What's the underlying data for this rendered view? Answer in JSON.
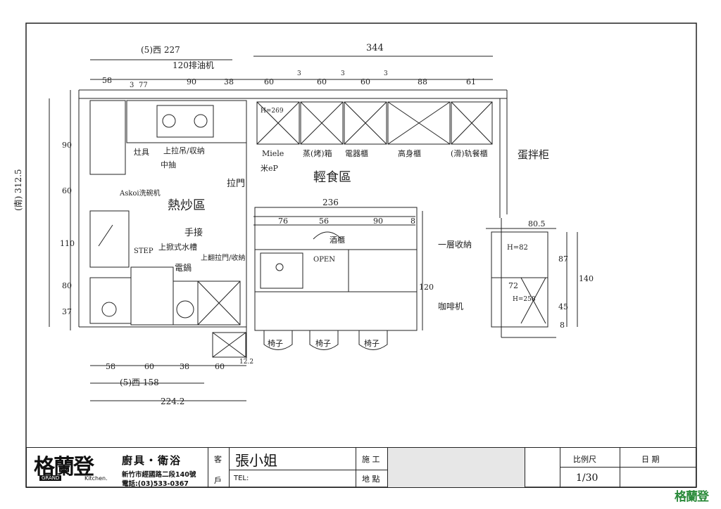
{
  "dimensions": {
    "left_total": "(5)西 227",
    "hood": "120排油机",
    "top_total": "344",
    "top_row": [
      "58",
      "3",
      "77",
      "90",
      "38",
      "60",
      "3",
      "60",
      "3",
      "60",
      "3",
      "88",
      "61"
    ],
    "left_height": "(南) 312.5",
    "left_col": [
      "90",
      "60",
      "110",
      "80",
      "37"
    ],
    "island_width": "236",
    "island_row": [
      "76",
      "56",
      "90",
      "8"
    ],
    "island_depth": "120",
    "bottom_row": [
      "58",
      "60",
      "38",
      "60",
      "12.2"
    ],
    "bottom_sub": "(5)西 158",
    "bottom_total": "224.2",
    "right_unit_width": "80.5",
    "right_col": [
      "87",
      "45",
      "8"
    ],
    "right_total": "140",
    "tall_a": "H=82",
    "tall_b": "72",
    "tall_c": "H=258",
    "h269": "H=269"
  },
  "labels": {
    "fridge_a": "Miele",
    "fridge_b": "米eP",
    "cab1": "蒸(烤)箱",
    "cab2": "電器櫃",
    "cab3": "高身櫃",
    "cab4": "(滑)轨餐櫃",
    "dry_zone": "輕食區",
    "hot_zone": "熱炒區",
    "door": "拉門",
    "egg_fridge": "蛋拌柜",
    "upper_cab": "上拉吊/収纳",
    "mid_cab": "中抽",
    "stove": "灶具",
    "askoi": "Askoi洗碗机",
    "sink": "上掀式水槽",
    "hand": "手接",
    "step": "STEP",
    "cabinet_low": "上翻拉門/收納",
    "dish": "電鍋",
    "wine": "酒櫃",
    "open": "OPEN",
    "seat_a": "椅子",
    "seat_b": "椅子",
    "seat_c": "椅子",
    "coffee": "咖啡机",
    "cabinet_r": "一層收納"
  },
  "title_block": {
    "logo": "格蘭登",
    "logo_grand": "GRAND",
    "logo_kitchen": "Kitchen.",
    "company": "廚具・衛浴",
    "address": "新竹市經國路二段140號",
    "phone": "電話:(03)533-0367",
    "client_label_a": "客",
    "client_label_b": "戶",
    "client_name": "張小姐",
    "tel_label": "TEL:",
    "site_label_a": "施 工",
    "site_label_b": "地 點",
    "scale_label": "比例尺",
    "scale_value": "1/30",
    "date_label": "日  期",
    "corner_logo": "格蘭登"
  }
}
